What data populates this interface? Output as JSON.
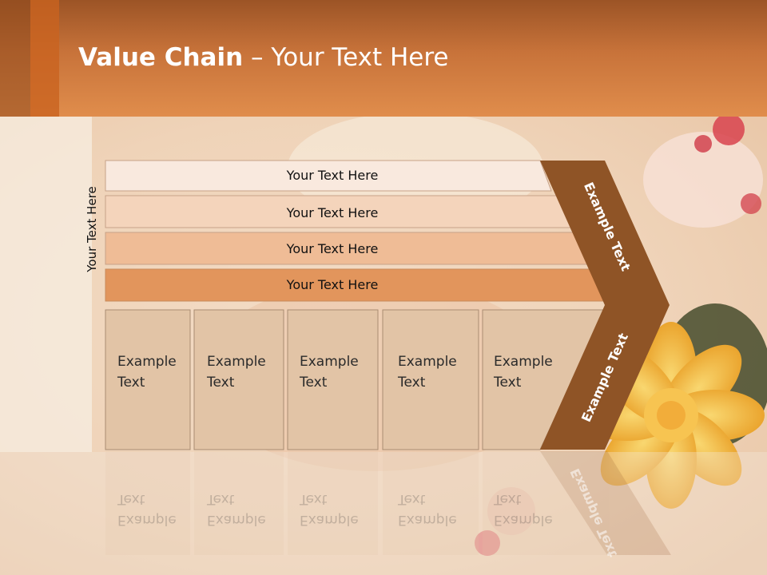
{
  "title": {
    "bold": "Value Chain",
    "rest": " – Your Text Here"
  },
  "side_label": "Your Text Here",
  "rows": [
    {
      "label": "Your Text Here",
      "color": "#f9e9de"
    },
    {
      "label": "Your Text Here",
      "color": "#f4d4bb"
    },
    {
      "label": "Your Text Here",
      "color": "#efbc96"
    },
    {
      "label": "Your Text Here",
      "color": "#e2955c"
    }
  ],
  "columns": [
    {
      "line1": "Example",
      "line2": "Text"
    },
    {
      "line1": "Example",
      "line2": "Text"
    },
    {
      "line1": "Example",
      "line2": "Text"
    },
    {
      "line1": "Example",
      "line2": "Text"
    },
    {
      "line1": "Example",
      "line2": "Text"
    }
  ],
  "chevron": {
    "upper": "Example Text",
    "lower": "Example Text",
    "color": "#8f5426"
  },
  "colors": {
    "header_top": "#9c5426",
    "header_bottom": "#e08d4c",
    "column_fill": "#e2c4a6",
    "column_border": "#a98c72"
  }
}
